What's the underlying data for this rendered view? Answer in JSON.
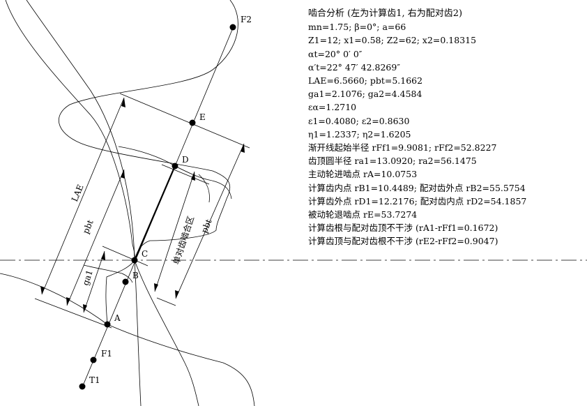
{
  "info": {
    "title": "啮合分析 (左为计算齿1, 右为配对齿2)",
    "lines": [
      "mn=1.75; β=0°; a=66",
      "Z1=12; x1=0.58; Z2=62; x2=0.18315",
      "αt=20° 0′ 0″",
      "α′t=22° 47′ 42.8269″",
      "LAE=6.5660; pbt=5.1662",
      "ga1=2.1076; ga2=4.4584",
      "εα=1.2710",
      "ε1=0.4080; ε2=0.8630",
      "η1=1.2337; η2=1.6205",
      "渐开线起始半径 rFf1=9.9081; rFf2=52.8227",
      "齿顶圆半径 ra1=13.0920; ra2=56.1475",
      "主动轮进啮点 rA=10.0753",
      "计算齿内点 rB1=10.4489; 配对齿外点 rB2=55.5754",
      "计算齿外点 rD1=12.2176; 配对齿内点 rD2=54.1857",
      "被动轮退啮点 rE=53.7274",
      "计算齿根与配对齿顶不干涉 (rA1-rFf1=0.1672)",
      "计算齿顶与配对齿根不干涉 (rE2-rFf2=0.9047)"
    ]
  },
  "points": {
    "F2": "F2",
    "E": "E",
    "D": "D",
    "C": "C",
    "B": "B",
    "A": "A",
    "F1": "F1",
    "T1": "T1"
  },
  "dims": {
    "LAE": "LAE",
    "pbt_left": "pbt",
    "ga1": "ga1",
    "single_zone": "单对齿啮合区",
    "pbt_right": "pbt"
  }
}
